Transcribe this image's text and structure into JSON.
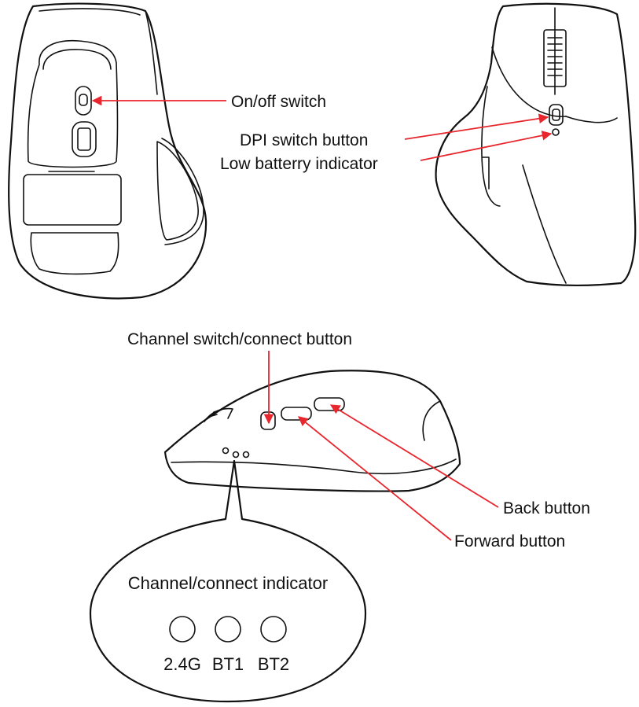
{
  "colors": {
    "callout": "#e8262d",
    "line": "#111111"
  },
  "labels": {
    "on_off_switch": "On/off switch",
    "dpi_switch_button": "DPI switch button",
    "low_battery_indicator": "Low batterry indicator",
    "channel_switch": "Channel switch/connect button",
    "back_button": "Back button",
    "forward_button": "Forward button"
  },
  "indicator_bubble": {
    "title": "Channel/connect indicator",
    "lights": [
      "2.4G",
      "BT1",
      "BT2"
    ]
  }
}
